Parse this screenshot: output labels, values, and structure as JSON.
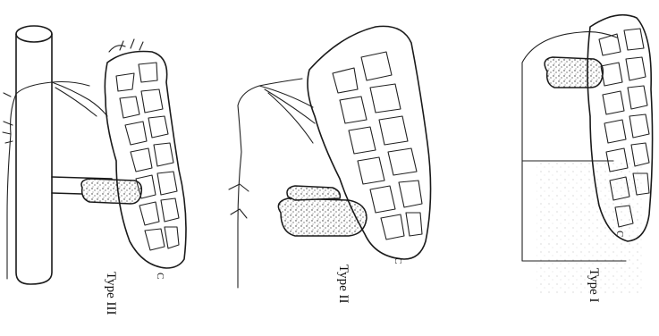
{
  "labels": {
    "type3": "Type III",
    "type2": "Type II",
    "type1": "Type I"
  },
  "markers": {
    "type3": "C",
    "type2": "C",
    "type1": "C"
  }
}
